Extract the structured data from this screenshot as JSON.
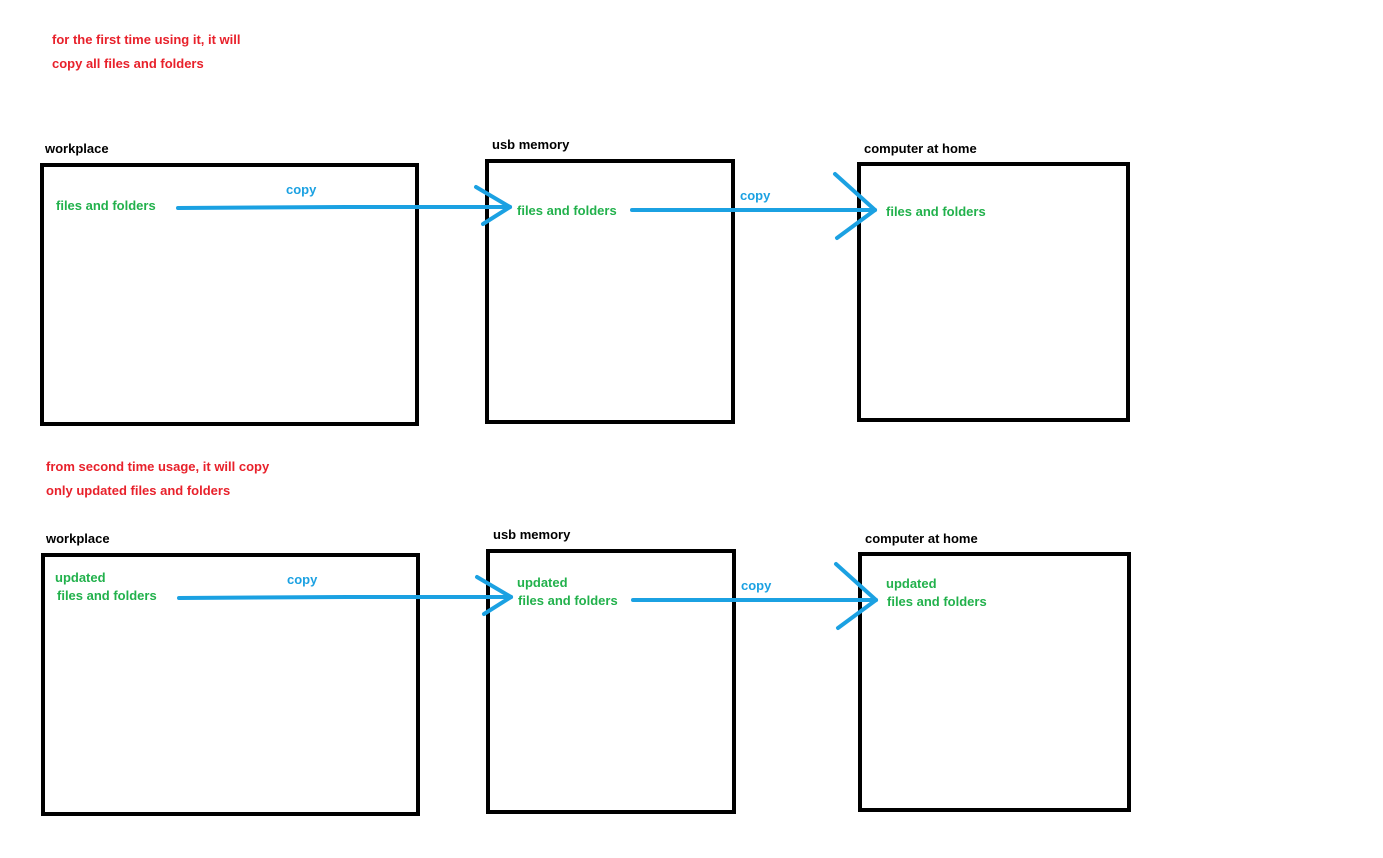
{
  "colors": {
    "note": "#e8212b",
    "content": "#22b14c",
    "arrow": "#1ba1e2",
    "box_border": "#000000"
  },
  "first": {
    "note_line1": "for the first time using it, it will",
    "note_line2": "copy all files and folders",
    "workplace": {
      "title": "workplace",
      "line1": "files and folders"
    },
    "usb": {
      "title": "usb memory",
      "line1": "files and folders"
    },
    "home": {
      "title": "computer at home",
      "line1": "files and folders"
    },
    "copy1": "copy",
    "copy2": "copy"
  },
  "second": {
    "note_line1": "from second time usage, it will copy",
    "note_line2": "only updated files and folders",
    "workplace": {
      "title": "workplace",
      "line1": "updated",
      "line2": "files and folders"
    },
    "usb": {
      "title": "usb memory",
      "line1": "updated",
      "line2": "files and folders"
    },
    "home": {
      "title": "computer at home",
      "line1": "updated",
      "line2": "files and folders"
    },
    "copy1": "copy",
    "copy2": "copy"
  }
}
